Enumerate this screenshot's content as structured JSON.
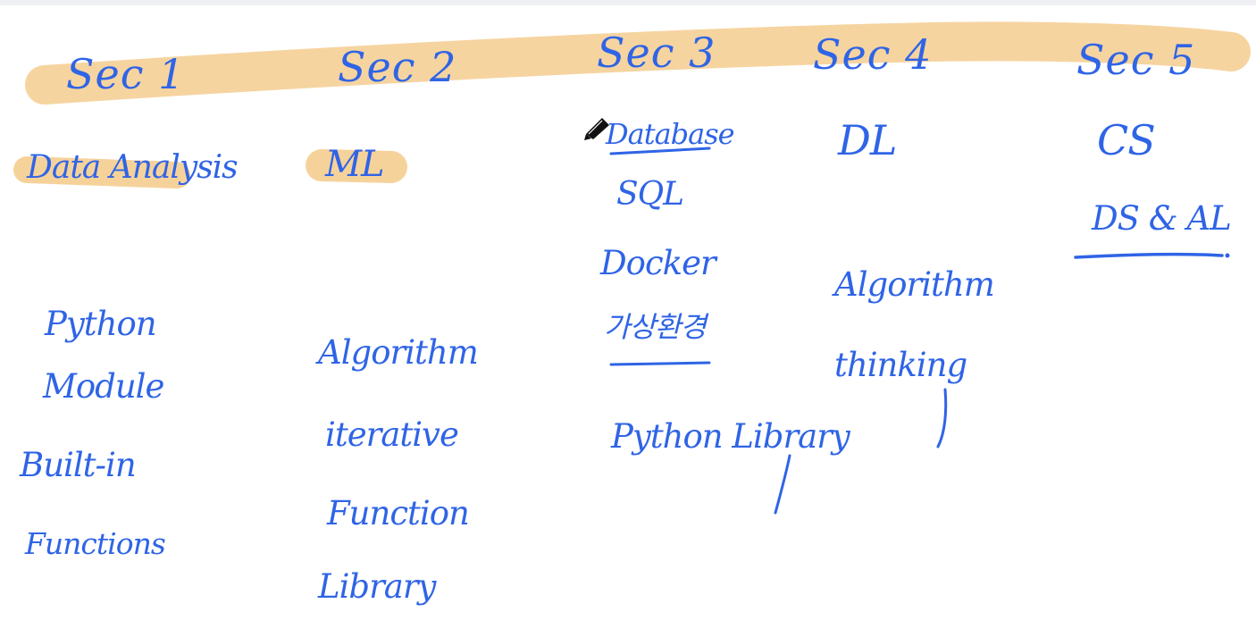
{
  "colors": {
    "ink": "#2f64e6",
    "highlight": "#f6d29b",
    "background": "#ffffff"
  },
  "sections": [
    {
      "title": "Sec 1",
      "topic": "Data Analysis",
      "items": [
        "Python",
        "Module",
        "Built-in",
        "Functions"
      ]
    },
    {
      "title": "Sec 2",
      "topic": "ML",
      "items": [
        "Algorithm",
        "iterative",
        "Function",
        "Library"
      ]
    },
    {
      "title": "Sec 3",
      "topic": "Database",
      "items": [
        "SQL",
        "Docker",
        "가상환경",
        "Python Library"
      ]
    },
    {
      "title": "Sec 4",
      "topic": "DL",
      "items": [
        "Algorithm",
        "thinking"
      ]
    },
    {
      "title": "Sec 5",
      "topic": "CS",
      "items": [
        "DS & AL"
      ]
    }
  ],
  "cursor_icon": "pen-icon"
}
